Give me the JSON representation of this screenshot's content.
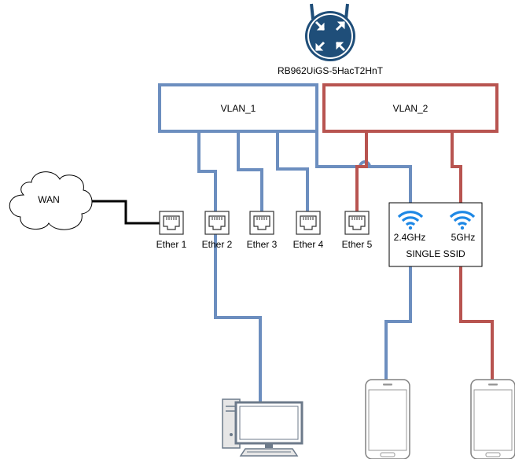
{
  "router": {
    "label": "RB962UiGS-5HacT2HnT",
    "icon": "router-icon"
  },
  "vlans": [
    {
      "label": "VLAN_1",
      "color": "#6c8ebf"
    },
    {
      "label": "VLAN_2",
      "color": "#b85450"
    }
  ],
  "wan": {
    "label": "WAN",
    "icon": "cloud-icon"
  },
  "ports": [
    {
      "label": "Ether 1",
      "icon": "ethernet-port-icon"
    },
    {
      "label": "Ether 2",
      "icon": "ethernet-port-icon"
    },
    {
      "label": "Ether 3",
      "icon": "ethernet-port-icon"
    },
    {
      "label": "Ether 4",
      "icon": "ethernet-port-icon"
    },
    {
      "label": "Ether 5",
      "icon": "ethernet-port-icon"
    }
  ],
  "wifi": {
    "band_1": "2.4GHz",
    "band_2": "5GHz",
    "ssid_label": "SINGLE SSID",
    "icon": "wifi-icon",
    "color": "#1e88e5"
  },
  "devices": [
    {
      "type": "desktop-computer",
      "icon": "desktop-computer-icon"
    },
    {
      "type": "smartphone",
      "icon": "smartphone-icon"
    },
    {
      "type": "smartphone",
      "icon": "smartphone-icon"
    }
  ],
  "colors": {
    "vlan_1": "#6c8ebf",
    "vlan_2": "#b85450",
    "wan_link": "#000000"
  }
}
